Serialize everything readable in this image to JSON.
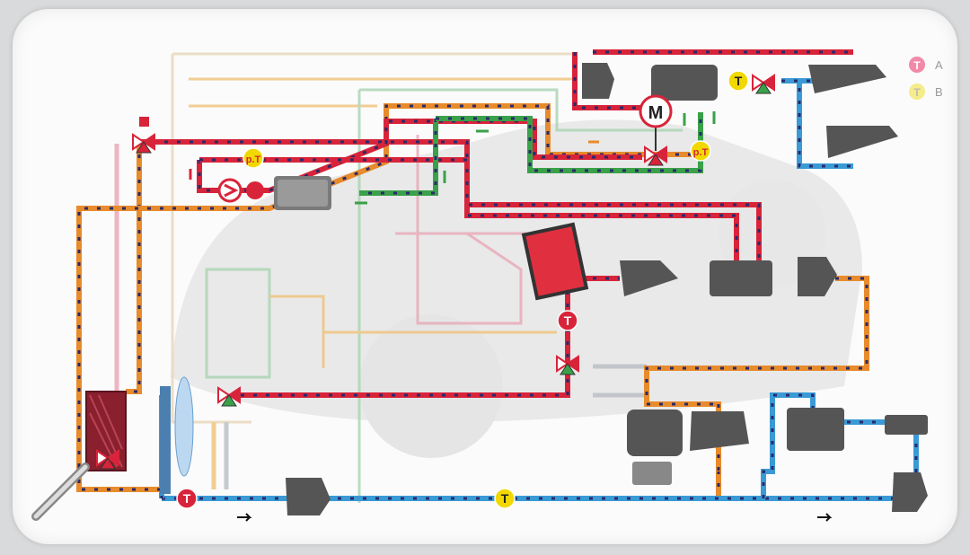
{
  "diagram": {
    "legend": [
      {
        "symbol": "T",
        "text": "A",
        "color": "#f08aa8"
      },
      {
        "symbol": "T",
        "text": "B",
        "color": "#f5ec8a"
      }
    ],
    "sensor_labels": {
      "temp": "T",
      "pressure_temp": "p.T",
      "motor": "M"
    },
    "colors": {
      "hot": "#d8243a",
      "warm": "#e78b2c",
      "cold": "#3a9ad6",
      "green": "#3aa14a",
      "faded_pink": "#e9a8b6",
      "faded_green": "#a9d4b2",
      "faded_orange": "#f0c27a",
      "grey": "#b9bec4"
    }
  }
}
